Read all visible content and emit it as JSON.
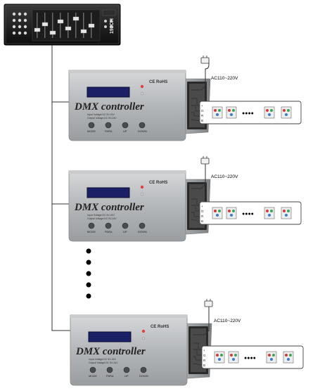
{
  "console": {
    "brand": "192CH"
  },
  "controllers": [
    {
      "title": "DMX controller",
      "marks": "CE RoHS",
      "power_text": "AC110~220V",
      "spec_line1": "Input Voltage:DC 5V-24V",
      "spec_line2": "Output Voltage:DC 5V-24V",
      "buttons": [
        "MODE",
        "PARA",
        "UP",
        "DOWN"
      ]
    },
    {
      "title": "DMX controller",
      "marks": "CE RoHS",
      "power_text": "AC110~220V",
      "spec_line1": "Input Voltage:DC 5V-24V",
      "spec_line2": "Output Voltage:DC 5V-24V",
      "buttons": [
        "MODE",
        "PARA",
        "UP",
        "DOWN"
      ]
    },
    {
      "title": "DMX controller",
      "marks": "CE RoHS",
      "power_text": "AC110~220V",
      "spec_line1": "Input Voltage:DC 5V-24V",
      "spec_line2": "Output Voltage:DC 5V-24V",
      "buttons": [
        "MODE",
        "PARA",
        "UP",
        "DOWN"
      ]
    }
  ],
  "strip_ellipsis": "●●●●",
  "strip_pins": [
    "+",
    "G",
    "R",
    "B"
  ],
  "colors": {
    "housing": "#b7b9bc",
    "housing_dark": "#8e9194",
    "lcd": "#1a1f66",
    "wire": "#333333",
    "led_red": "#d23a3a",
    "led_green": "#3aa65a",
    "led_blue": "#3a7ad2",
    "indicator": "#e04040"
  }
}
